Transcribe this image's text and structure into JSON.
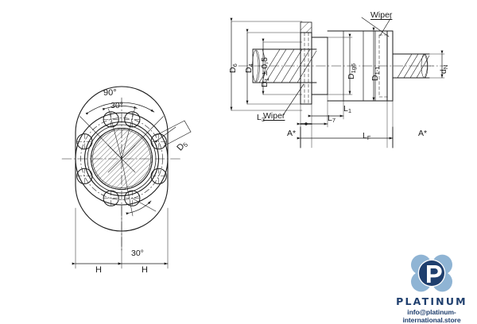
{
  "drawing": {
    "title": "Ball screw nut flange technical drawing",
    "type": "engineering-drawing",
    "line_color": "#1a1a1a",
    "views": {
      "front_flange": {
        "name": "flange-front-view",
        "labels": {
          "angle_outer": "90°",
          "angle_inner": "30°",
          "angle_bottom": "30°",
          "hole_dia": "D5",
          "hole_dia_base": "D",
          "hole_dia_sub": "5",
          "h_left": "H",
          "h_right": "H"
        },
        "bolt_hole_count": 8
      },
      "side_section": {
        "name": "nut-side-section-view",
        "labels": {
          "d6": {
            "base": "D",
            "sub": "6"
          },
          "d4": {
            "base": "D",
            "sub": "4"
          },
          "d1_tol": {
            "base": "D",
            "sub": "1",
            "suffix": " ± 0,5"
          },
          "d1g6": {
            "base": "D",
            "sub": "1g6"
          },
          "d1_1": {
            "base": "D",
            "sub": "1-1"
          },
          "dn": {
            "base": "d",
            "sub": "N"
          },
          "l1": {
            "base": "L",
            "sub": "1"
          },
          "l3": {
            "base": "L",
            "sub": "3"
          },
          "l7": {
            "base": "L",
            "sub": "7"
          },
          "lf": {
            "base": "L",
            "sub": "F"
          },
          "a_star_left": "A*",
          "a_star_right": "A*",
          "wiper_top": "Wiper",
          "wiper_bottom": "Wiper"
        }
      }
    }
  },
  "watermark": {
    "name": "platinum-logo",
    "wordmark": "PLATINUM",
    "url": "info@platinum-international.store",
    "colors": {
      "dark": "#1f3f6e",
      "light": "#8fb4d4",
      "mid": "#5f8cb8"
    }
  }
}
